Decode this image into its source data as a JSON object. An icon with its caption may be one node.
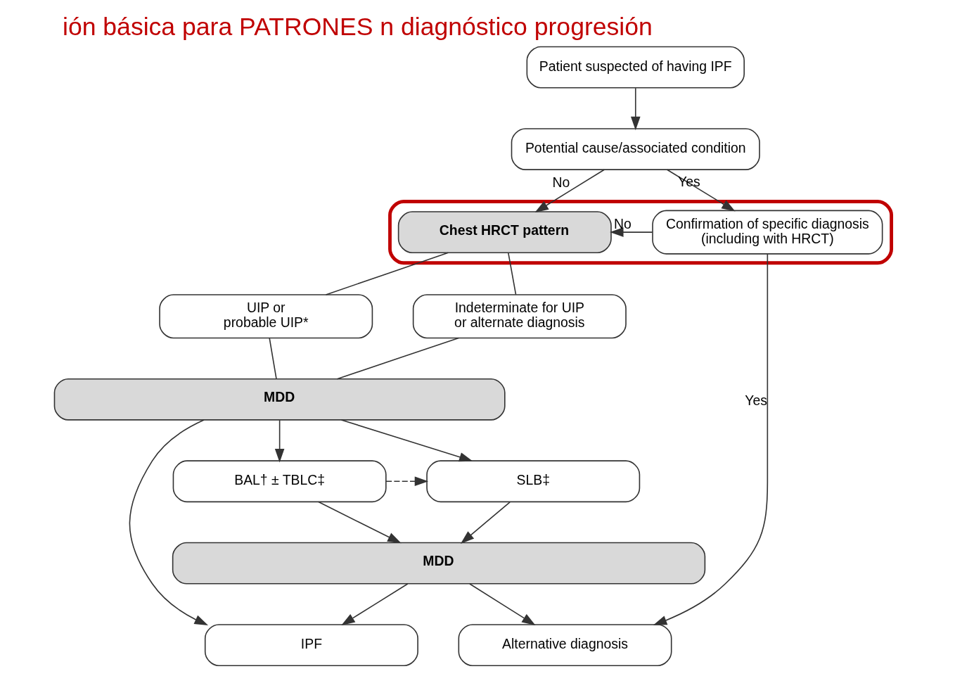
{
  "diagram": {
    "title": "ión básica para PATRONES n diagnóstico progresión",
    "nodes": [
      {
        "text": [
          "Patient suspected of having IPF"
        ]
      },
      {
        "text": [
          "Potential cause/associated condition"
        ]
      },
      {
        "text": [],
        "shape": "box"
      },
      {
        "text": [
          "Chest HRCT pattern"
        ],
        "in": 2
      },
      {
        "text": [
          "Confirmation of specific diagnosis (including with HRCT)"
        ],
        "in": 2
      },
      {
        "text": [
          "UIP or probable UIP*"
        ]
      },
      {
        "text": [
          "Indeterminate for UIP or alternate diagnosis"
        ]
      },
      {
        "text": [
          "MDD"
        ]
      },
      {
        "text": [
          "BAL† ± TBLC‡"
        ]
      },
      {
        "text": [
          "SLB‡"
        ]
      },
      {
        "text": [
          "MDD"
        ]
      },
      {
        "text": [
          "IPF"
        ]
      },
      {
        "text": [
          "Alternative diagnosis"
        ]
      }
    ],
    "edges": [
      {
        "from": 0,
        "to": 1,
        "arrow": "to"
      },
      {
        "from": 1,
        "to": 3,
        "arrow": "to",
        "label": "No"
      },
      {
        "from": 1,
        "to": 4,
        "arrow": "to",
        "label": "Yes"
      },
      {
        "from": 4,
        "to": 3,
        "arrow": "to",
        "label": "No"
      },
      {
        "from": 4,
        "to": 12,
        "arrow": "to",
        "label": "Yes"
      },
      {
        "from": 3,
        "to": 5,
        "arrow": "none"
      },
      {
        "from": 3,
        "to": 6,
        "arrow": "none"
      },
      {
        "from": 5,
        "to": 7,
        "arrow": "none"
      },
      {
        "from": 6,
        "to": 7,
        "arrow": "none"
      },
      {
        "from": 7,
        "to": 11,
        "arrow": "to"
      },
      {
        "from": 7,
        "to": 8,
        "arrow": "to"
      },
      {
        "from": 7,
        "to": 9,
        "arrow": "to"
      },
      {
        "from": 8,
        "to": 9,
        "arrow": "to",
        "style": "dashed"
      },
      {
        "from": 8,
        "to": 10,
        "arrow": "to"
      },
      {
        "from": 9,
        "to": 10,
        "arrow": "to"
      },
      {
        "from": 10,
        "to": 11,
        "arrow": "to"
      },
      {
        "from": 10,
        "to": 12,
        "arrow": "to"
      }
    ]
  }
}
